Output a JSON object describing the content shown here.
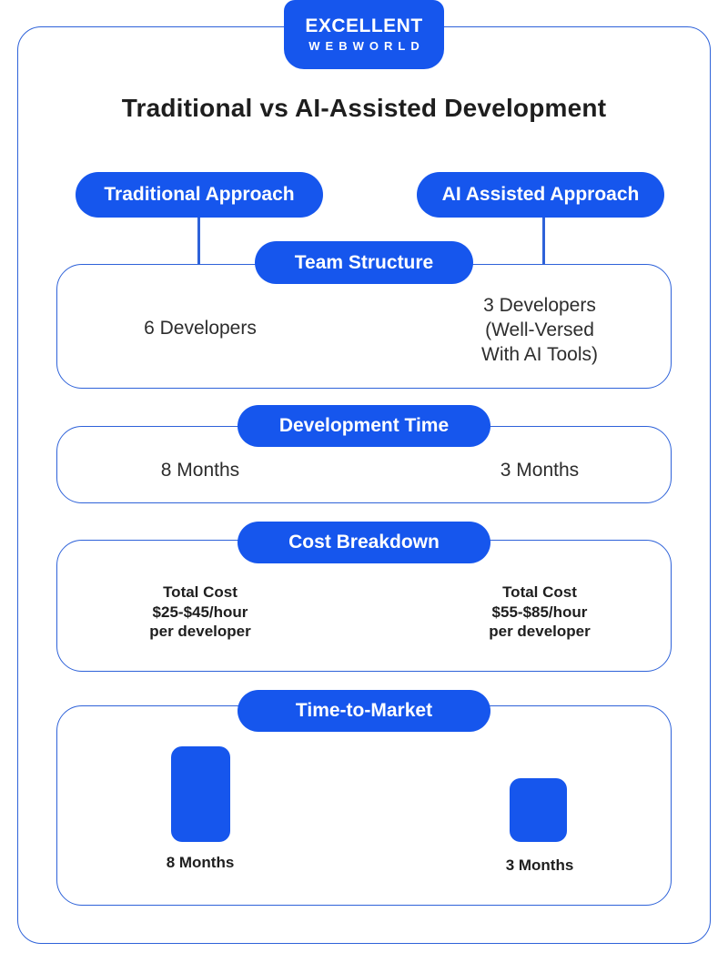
{
  "brand": {
    "name": "EXCELLENT",
    "subname": "WEBWORLD"
  },
  "title": "Traditional vs AI-Assisted Development",
  "columns": {
    "traditional": {
      "header": "Traditional Approach"
    },
    "ai": {
      "header": "AI Assisted Approach"
    }
  },
  "sections": {
    "team_structure": {
      "label": "Team Structure",
      "traditional": "6 Developers",
      "ai_lines": [
        "3 Developers",
        "(Well-Versed",
        "With AI Tools)"
      ]
    },
    "development_time": {
      "label": "Development Time",
      "traditional": "8 Months",
      "ai": "3 Months"
    },
    "cost_breakdown": {
      "label": "Cost Breakdown",
      "traditional_lines": [
        "Total Cost",
        "$25-$45/hour",
        "per developer"
      ],
      "ai_lines": [
        "Total Cost",
        "$55-$85/hour",
        "per developer"
      ]
    },
    "time_to_market": {
      "label": "Time-to-Market",
      "traditional": "8 Months",
      "ai": "3 Months"
    }
  },
  "chart_data": {
    "type": "bar",
    "title": "Time-to-Market",
    "categories": [
      "Traditional Approach",
      "AI Assisted Approach"
    ],
    "values": [
      8,
      3
    ],
    "unit": "Months",
    "bar_labels": [
      "8 Months",
      "3 Months"
    ],
    "bar_color": "#1656ED",
    "legend": "none",
    "grid": false
  },
  "colors": {
    "brand_blue": "#1656ED",
    "border_blue": "#2E62D9",
    "text_dark": "#1E1E1E",
    "text_body": "#2D2D2D"
  }
}
